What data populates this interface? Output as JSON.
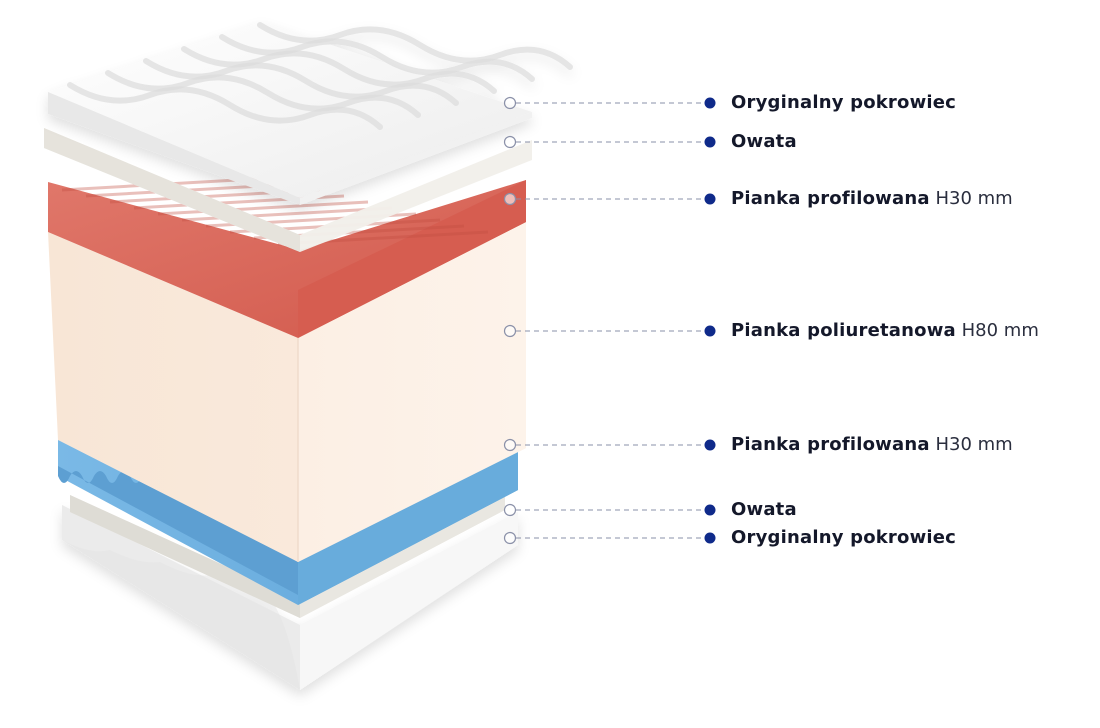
{
  "layers": [
    {
      "name": "Oryginalny pokrowiec",
      "dimension": ""
    },
    {
      "name": "Owata",
      "dimension": ""
    },
    {
      "name": "Pianka profilowana",
      "dimension": "H30 mm"
    },
    {
      "name": "Pianka poliuretanowa",
      "dimension": "H80 mm"
    },
    {
      "name": "Pianka profilowana",
      "dimension": "H30 mm"
    },
    {
      "name": "Owata",
      "dimension": ""
    },
    {
      "name": "Oryginalny pokrowiec",
      "dimension": ""
    }
  ],
  "colors": {
    "cover": "#f4f4f4",
    "wadding": "#eceae4",
    "top_foam": "#d9675a",
    "core_foam": "#fbeee2",
    "bottom_foam": "#6fb0df",
    "leader_line": "#8a90a8",
    "marker": "#0f2a8a"
  }
}
